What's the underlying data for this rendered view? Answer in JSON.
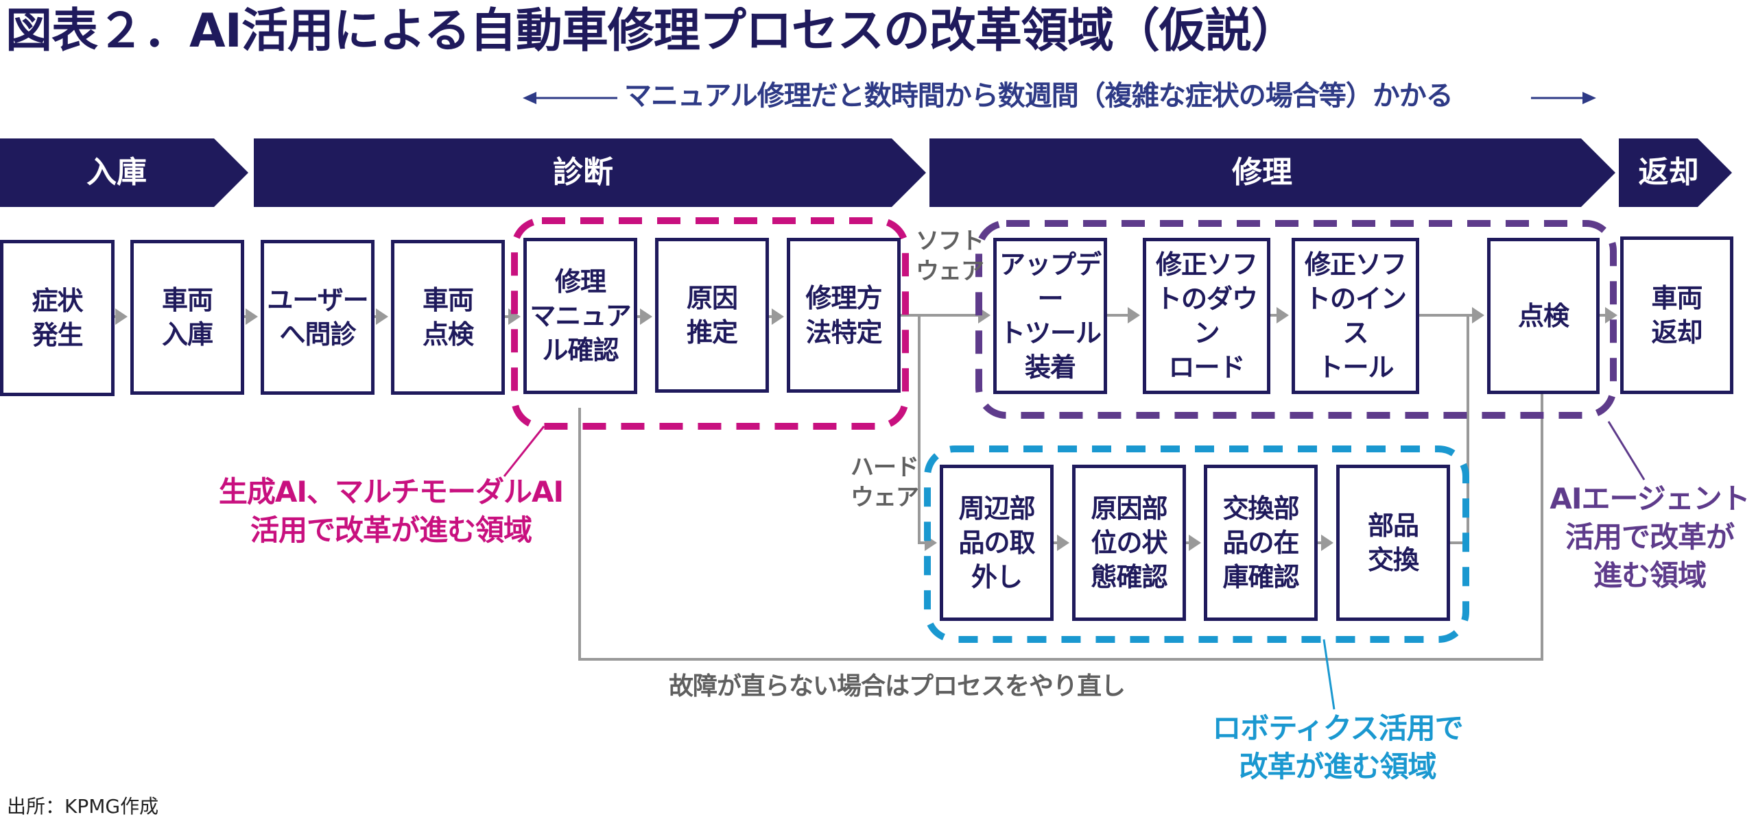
{
  "title": "図表２．AI活用による自動車修理プロセスの改革領域（仮説）",
  "span_note": "マニュアル修理だと数時間から数週間（複雑な症状の場合等）かかる",
  "colors": {
    "navy": "#1f1a5c",
    "arrow_gray": "#999999",
    "label_gray": "#606060",
    "genai_magenta": "#c8107f",
    "agent_purple": "#5e3b8b",
    "robotics_blue": "#1a98d0"
  },
  "phases": [
    {
      "label": "入庫"
    },
    {
      "label": "診断"
    },
    {
      "label": "修理"
    },
    {
      "label": "返却"
    }
  ],
  "steps_main": [
    {
      "label": "症状\n発生"
    },
    {
      "label": "車両\n入庫"
    },
    {
      "label": "ユーザー\nへ問診"
    },
    {
      "label": "車両\n点検"
    },
    {
      "label": "修理\nマニュア\nル確認"
    },
    {
      "label": "原因\n推定"
    },
    {
      "label": "修理方\n法特定"
    }
  ],
  "branch_labels": {
    "software": "ソフト\nウェア",
    "hardware": "ハード\nウェア"
  },
  "steps_software": [
    {
      "label": "アップデー\nトツール\n装着"
    },
    {
      "label": "修正ソフ\nトのダウン\nロード"
    },
    {
      "label": "修正ソフ\nトのインス\nトール"
    }
  ],
  "steps_hardware": [
    {
      "label": "周辺部\n品の取\n外し"
    },
    {
      "label": "原因部\n位の状\n態確認"
    },
    {
      "label": "交換部\n品の在\n庫確認"
    },
    {
      "label": "部品\n交換"
    }
  ],
  "step_inspection": {
    "label": "点検"
  },
  "step_return": {
    "label": "車両\n返却"
  },
  "callouts": {
    "genai": "生成AI、マルチモーダルAI\n活用で改革が進む領域",
    "agent": "AIエージェント\n活用で改革が\n進む領域",
    "robotics": "ロボティクス活用で\n改革が進む領域"
  },
  "retry_note": "故障が直らない場合はプロセスをやり直し",
  "source": "出所：KPMG作成"
}
